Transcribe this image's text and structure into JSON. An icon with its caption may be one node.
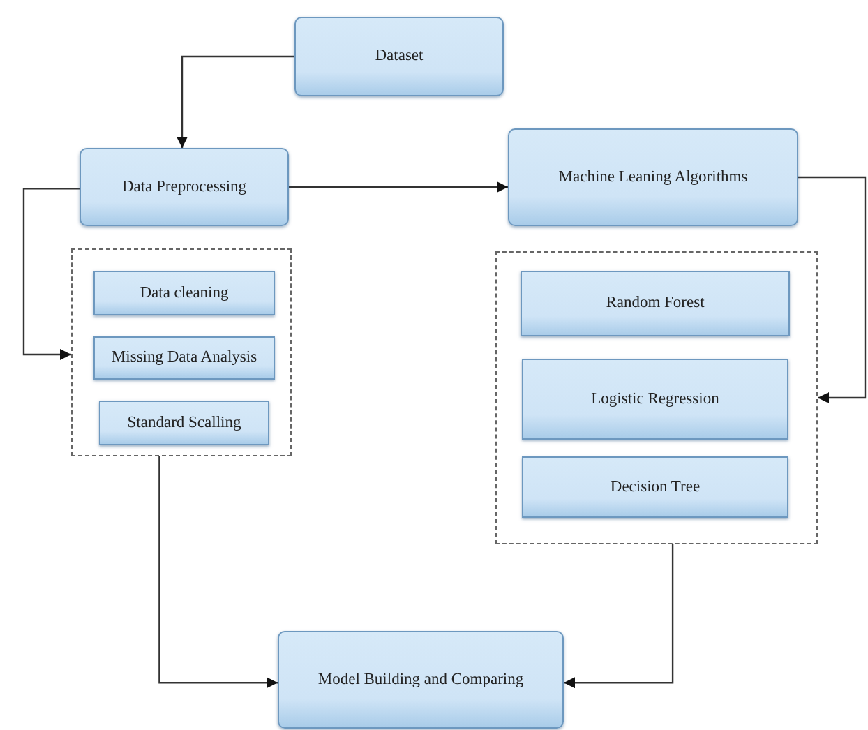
{
  "diagram": {
    "nodes": [
      {
        "text": [
          "Dataset"
        ]
      },
      {
        "text": [
          "Data Preprocessing"
        ]
      },
      {
        "text": [
          "Machine Leaning Algorithms"
        ]
      },
      {
        "text": [],
        "shape": "box"
      },
      {
        "text": [
          "Data cleaning"
        ],
        "in": 3
      },
      {
        "text": [
          "Missing Data Analysis"
        ],
        "in": 3
      },
      {
        "text": [
          "Standard Scalling"
        ],
        "in": 3
      },
      {
        "text": [],
        "shape": "box"
      },
      {
        "text": [
          "Random Forest"
        ],
        "in": 7
      },
      {
        "text": [
          "Logistic Regression"
        ],
        "in": 7
      },
      {
        "text": [
          "Decision Tree"
        ],
        "in": 7
      },
      {
        "text": [
          "Model Building and Comparing"
        ]
      }
    ],
    "edges": [
      {
        "from": 0,
        "to": 1,
        "arrow": "to"
      },
      {
        "from": 1,
        "to": 2,
        "arrow": "to"
      },
      {
        "from": 1,
        "to": 3,
        "arrow": "to"
      },
      {
        "from": 2,
        "to": 7,
        "arrow": "to"
      },
      {
        "from": 3,
        "to": 11,
        "arrow": "to"
      },
      {
        "from": 7,
        "to": 11,
        "arrow": "to"
      }
    ]
  }
}
